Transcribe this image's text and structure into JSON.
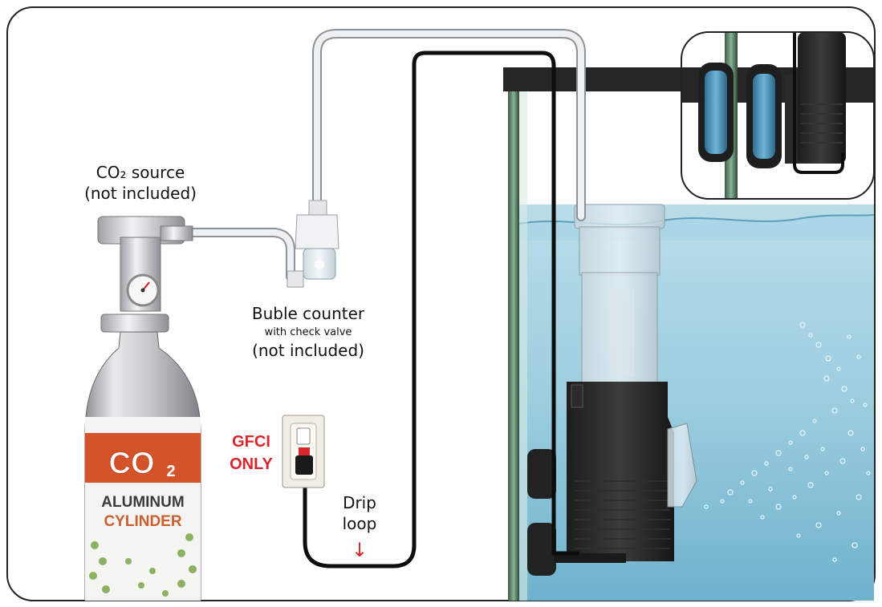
{
  "labels": {
    "co2_source_line1": "CO₂ source",
    "co2_source_line2": "(not included)",
    "bubble_counter_line1": "Buble counter",
    "bubble_counter_line2": "with check valve",
    "bubble_counter_line3": "(not included)",
    "gfci_line1": "GFCI",
    "gfci_line2": "ONLY",
    "drip_loop_line1": "Drip",
    "drip_loop_line2": "loop",
    "drip_arrow": "↓"
  },
  "cylinder": {
    "badge_text": "CO",
    "badge_subscript": "2",
    "line1": "ALUMINUM",
    "line2": "CYLINDER"
  },
  "colors": {
    "gfci_red": "#d9262c",
    "water": "#8fc6dc",
    "cylinder_orange": "#d4532b",
    "cylinder_line2": "#c8602f",
    "frame": "#222222",
    "tube_white": "#e9ecee",
    "cord_black": "#111111"
  }
}
